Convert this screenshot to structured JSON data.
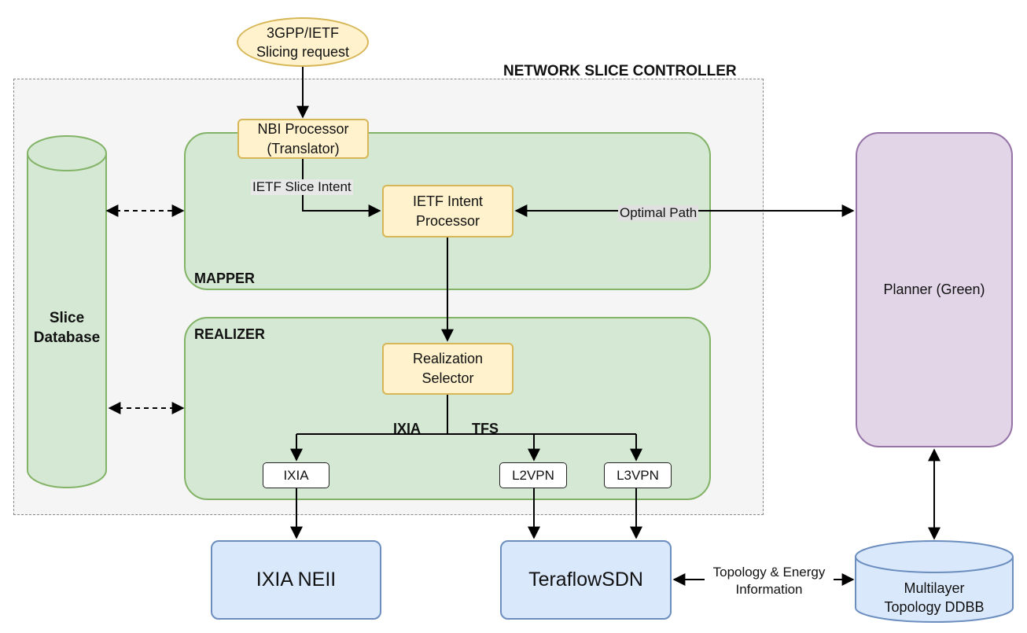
{
  "title": "NETWORK SLICE CONTROLLER",
  "request": {
    "line1": "3GPP/IETF",
    "line2": "Slicing request"
  },
  "nbi": {
    "line1": "NBI Processor",
    "line2": "(Translator)"
  },
  "mapper": {
    "title": "MAPPER"
  },
  "realizer": {
    "title": "REALIZER"
  },
  "intent_processor": {
    "line1": "IETF Intent",
    "line2": "Processor"
  },
  "realization_selector": {
    "line1": "Realization",
    "line2": "Selector"
  },
  "slice_database": {
    "line1": "Slice",
    "line2": "Database"
  },
  "planner": {
    "label": "Planner (Green)"
  },
  "edge_labels": {
    "slice_intent": "IETF Slice Intent",
    "optimal_path": "Optimal Path",
    "topology_line1": "Topology & Energy",
    "topology_line2": "Information"
  },
  "branches": {
    "ixia": "IXIA",
    "tfs": "TFS"
  },
  "realizers": {
    "ixia": "IXIA",
    "l2vpn": "L2VPN",
    "l3vpn": "L3VPN"
  },
  "backends": {
    "ixia_neii": "IXIA NEII",
    "teraflow": "TeraflowSDN"
  },
  "topology_db": {
    "line1": "Multilayer",
    "line2": "Topology DDBB"
  },
  "colors": {
    "green_fill": "#d5e8d4",
    "green_stroke": "#82b366",
    "yellow_fill": "#fff2cc",
    "yellow_stroke": "#d6b656",
    "blue_fill": "#dae8fc",
    "blue_stroke": "#6c8ebf",
    "purple_fill": "#e1d5e7",
    "purple_stroke": "#9673a6"
  }
}
